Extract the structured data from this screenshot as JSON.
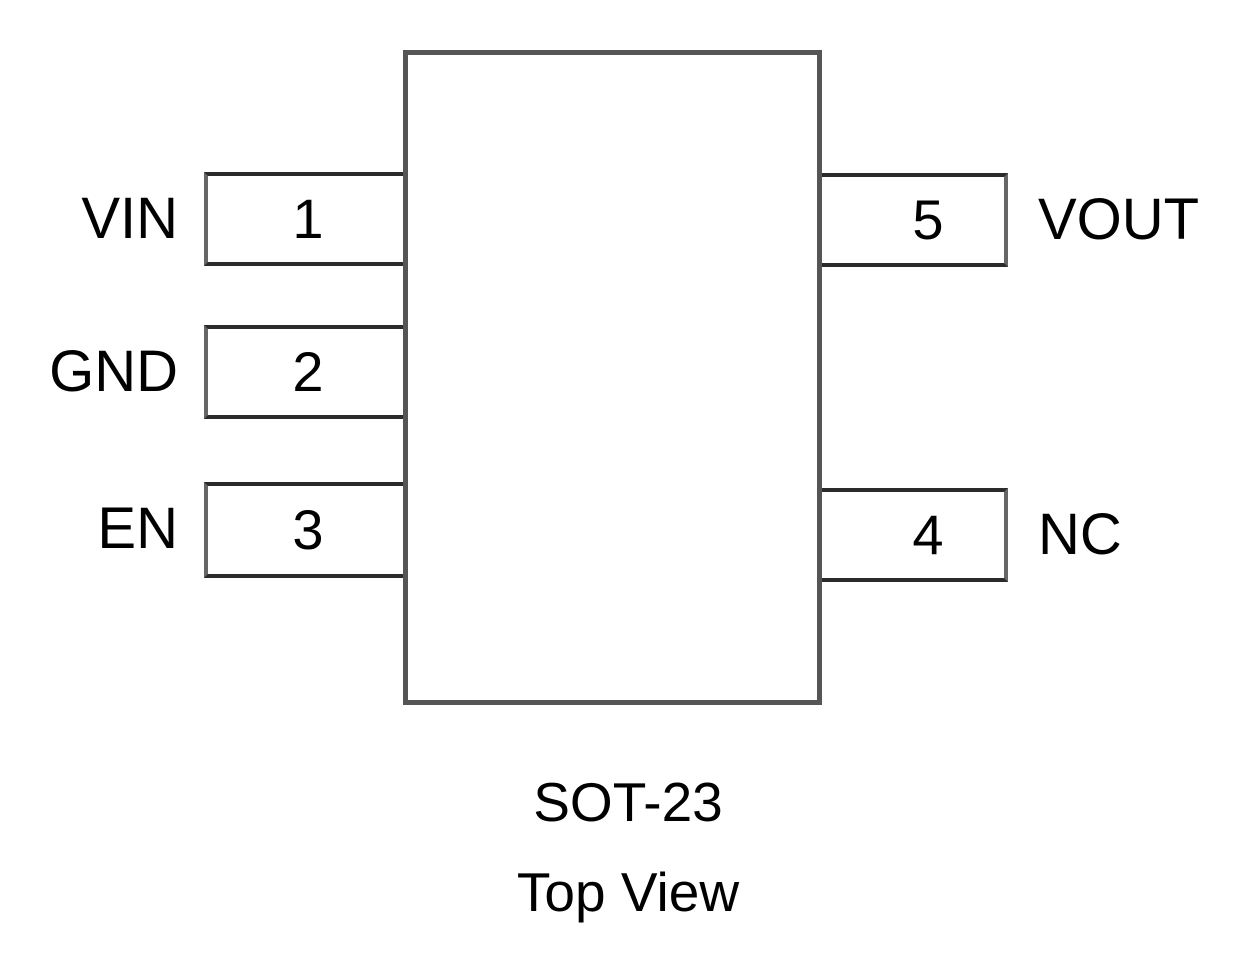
{
  "diagram": {
    "package": "SOT-23",
    "view": "Top View",
    "body_label": "",
    "pins": [
      {
        "number": "1",
        "name": "VIN",
        "side": "left"
      },
      {
        "number": "2",
        "name": "GND",
        "side": "left"
      },
      {
        "number": "3",
        "name": "EN",
        "side": "left"
      },
      {
        "number": "4",
        "name": "NC",
        "side": "right"
      },
      {
        "number": "5",
        "name": "VOUT",
        "side": "right"
      }
    ]
  },
  "colors": {
    "background": "#ffffff",
    "body_stroke": "#555555",
    "pin_stroke": "#2b2b2b",
    "pin_stroke_light": "#666666",
    "text": "#000000"
  }
}
